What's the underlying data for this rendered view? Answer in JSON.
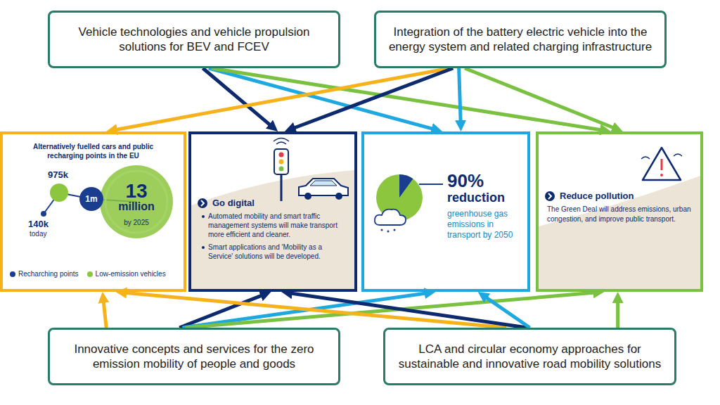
{
  "diagram": {
    "nodes": [
      {
        "text": [
          "Vehicle technologies and vehicle propulsion solutions for BEV and FCEV"
        ]
      },
      {
        "text": [
          "Integration of the battery electric vehicle into the energy system and related charging infrastructure"
        ]
      },
      {
        "text": [
          "Alternatively fuelled cars and public recharging points in the EU",
          "975k",
          "140k",
          "today",
          "1m",
          "13 million",
          "by 2025"
        ]
      },
      {
        "text": [
          "Go digital",
          "Automated mobility and smart traffic management systems will make transport more efficient and cleaner.",
          "Smart applications and 'Mobility as a Service' solutions will be developed."
        ]
      },
      {
        "text": [
          "90% reduction",
          "greenhouse gas emissions in transport by 2050"
        ]
      },
      {
        "text": [
          "Reduce pollution",
          "The Green Deal will address emissions, urban congestion, and improve public transport."
        ]
      },
      {
        "text": [
          "Innovative concepts and services for the zero emission mobility of people and goods"
        ]
      },
      {
        "text": [
          "LCA and circular economy approaches for sustainable and innovative road mobility solutions"
        ]
      }
    ],
    "edges": [
      {
        "from": 0,
        "to": 3,
        "arrow": "to"
      },
      {
        "from": 0,
        "to": 4,
        "arrow": "to"
      },
      {
        "from": 0,
        "to": 5,
        "arrow": "to"
      },
      {
        "from": 1,
        "to": 2,
        "arrow": "to"
      },
      {
        "from": 1,
        "to": 3,
        "arrow": "to"
      },
      {
        "from": 1,
        "to": 4,
        "arrow": "to"
      },
      {
        "from": 1,
        "to": 5,
        "arrow": "to"
      },
      {
        "from": 6,
        "to": 2,
        "arrow": "to"
      },
      {
        "from": 6,
        "to": 3,
        "arrow": "to"
      },
      {
        "from": 6,
        "to": 4,
        "arrow": "to"
      },
      {
        "from": 6,
        "to": 5,
        "arrow": "to"
      },
      {
        "from": 7,
        "to": 2,
        "arrow": "to"
      },
      {
        "from": 7,
        "to": 3,
        "arrow": "to"
      },
      {
        "from": 7,
        "to": 4,
        "arrow": "to"
      },
      {
        "from": 7,
        "to": 5,
        "arrow": "to"
      }
    ],
    "legend": [
      {
        "text": "Recharching points",
        "color": "#1a3d8f"
      },
      {
        "text": "Low-emission vehicles",
        "color": "#8cc63f"
      }
    ]
  }
}
